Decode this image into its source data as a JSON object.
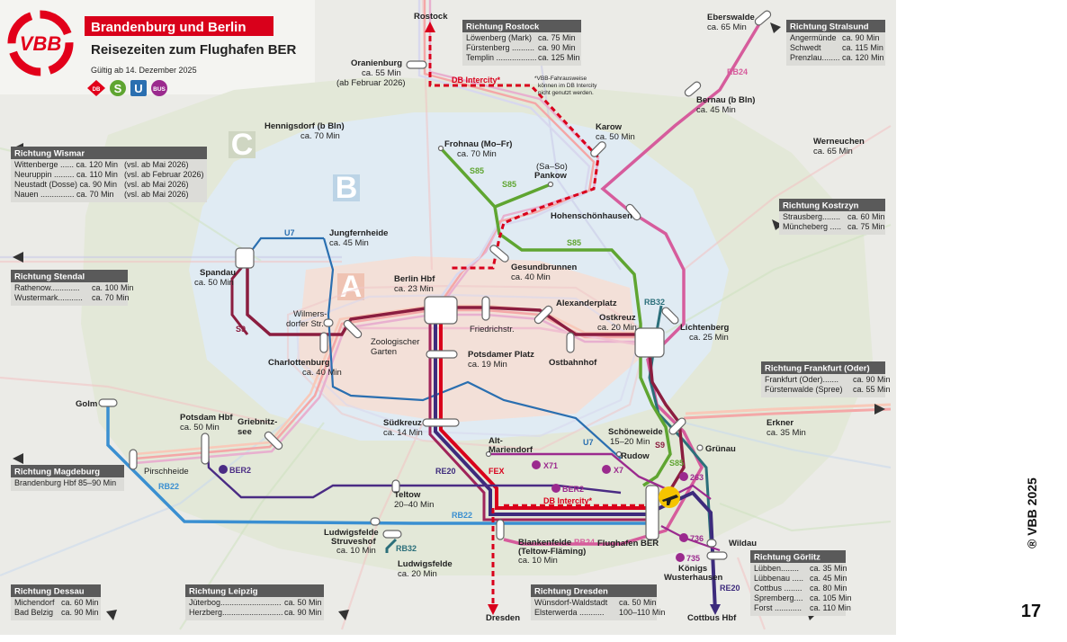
{
  "header": {
    "logo": "VBB",
    "title": "Brandenburg und Berlin",
    "subtitle": "Reisezeiten zum Flughafen BER",
    "valid": "Gültig ab 14. Dezember 2025",
    "modes": [
      "DB",
      "S",
      "U",
      "BUS"
    ]
  },
  "footer": {
    "copyright": "® VBB 2025",
    "page": "17"
  },
  "zones": [
    "A",
    "B",
    "C"
  ],
  "colors": {
    "red": "#d9001b",
    "green": "#5fa531",
    "s9": "#8b1d3f",
    "re20": "#3d2b7c",
    "rb22": "#3a8fd1",
    "rb24": "#d65c9c",
    "u7": "#2a6fb0",
    "ber2": "#4a2b84",
    "bus": "#9b2a8e",
    "brb": "#2b6f7a",
    "airport": "#f5c400"
  },
  "lineLabels": {
    "u7a": "U7",
    "u7b": "U7",
    "s85a": "S85",
    "s85b": "S85",
    "s85c": "S85",
    "s85d": "S85",
    "s9a": "S9",
    "s9b": "S9",
    "rb32a": "RB32",
    "rb32b": "RB32",
    "re20a": "RE20",
    "re20b": "RE20",
    "fex": "FEX",
    "rb22a": "RB22",
    "rb22b": "RB22",
    "rb24a": "RB24",
    "rb24b": "RB24",
    "dbic": "DB Intercity*",
    "dbic2": "DB Intercity*",
    "vbbnote": "*VBB-Fahrausweise\nkönnen im DB Intercity\nnicht genutzt werden."
  },
  "buses": {
    "x71": "X71",
    "x7": "X7",
    "b263": "263",
    "ber2a": "BER2",
    "ber2b": "BER2",
    "b736": "736",
    "b735": "735"
  },
  "stations": {
    "rostock": [
      "Rostock"
    ],
    "eberswalde": [
      "Eberswalde",
      "ca. 65 Min"
    ],
    "oranienburg": [
      "Oranienburg",
      "ca. 55 Min",
      "(ab Februar 2026)"
    ],
    "bernau": [
      "Bernau (b Bln)",
      "ca. 45 Min"
    ],
    "hennigsdorf": [
      "Hennigsdorf (b Bln)",
      "ca. 70 Min"
    ],
    "karow": [
      "Karow",
      "ca. 50 Min"
    ],
    "frohnau": [
      "Frohnau (Mo–Fr)",
      "ca. 70 Min"
    ],
    "pankow": [
      "(Sa–So)",
      "Pankow"
    ],
    "werneuchen": [
      "Werneuchen",
      "ca. 65 Min"
    ],
    "hohen": [
      "Hohenschönhausen"
    ],
    "jungfern": [
      "Jungfernheide",
      "ca. 45 Min"
    ],
    "gesund": [
      "Gesundbrunnen",
      "ca. 40 Min"
    ],
    "spandau": [
      "Spandau",
      "ca. 50 Min"
    ],
    "hbf": [
      "Berlin Hbf",
      "ca. 23 Min"
    ],
    "alex": [
      "Alexanderplatz"
    ],
    "wilmers": [
      "Wilmers-",
      "dorfer Str."
    ],
    "friedrich": [
      "Friedrichstr."
    ],
    "ostkreuz": [
      "Ostkreuz",
      "ca. 20 Min"
    ],
    "lichtenberg": [
      "Lichtenberg",
      "ca. 25 Min"
    ],
    "zoo": [
      "Zoologischer",
      "Garten"
    ],
    "potsplatz": [
      "Potsdamer Platz",
      "ca. 19 Min"
    ],
    "ostbahnhof": [
      "Ostbahnhof"
    ],
    "charlotten": [
      "Charlottenburg",
      "ca. 40 Min"
    ],
    "golm": [
      "Golm"
    ],
    "potshbf": [
      "Potsdam Hbf",
      "ca. 50 Min"
    ],
    "griebnitz": [
      "Griebnitz-",
      "see"
    ],
    "suedkreuz": [
      "Südkreuz",
      "ca. 14 Min"
    ],
    "schoene": [
      "Schöneweide",
      "15–20 Min"
    ],
    "erkner": [
      "Erkner",
      "ca. 35 Min"
    ],
    "altmarien": [
      "Alt-",
      "Mariendorf"
    ],
    "rudow": [
      "Rudow"
    ],
    "gruenau": [
      "Grünau"
    ],
    "pirsch": [
      "Pirschheide"
    ],
    "teltow": [
      "Teltow",
      "20–40 Min"
    ],
    "ludstr": [
      "Ludwigsfelde",
      "Struveshof",
      "ca. 10 Min"
    ],
    "blanken": [
      "Blankenfelde",
      "(Teltow-Fläming)",
      "ca. 10 Min"
    ],
    "flughafen": [
      "Flughafen BER"
    ],
    "wildau": [
      "Wildau"
    ],
    "koenigs": [
      "Königs",
      "Wusterhausen"
    ],
    "ludwigs": [
      "Ludwigsfelde",
      "ca. 20 Min"
    ],
    "dresden": [
      "Dresden"
    ],
    "cottbus": [
      "Cottbus Hbf"
    ]
  },
  "boxes": [
    {
      "id": "rostock",
      "title": "Richtung Rostock",
      "rows": [
        [
          "Löwenberg (Mark)",
          "ca.  75 Min"
        ],
        [
          "Fürstenberg ..........",
          "ca.  90 Min"
        ],
        [
          "Templin ..................",
          "ca. 125 Min"
        ]
      ]
    },
    {
      "id": "stralsund",
      "title": "Richtung Stralsund",
      "rows": [
        [
          "Angermünde",
          "ca.  90 Min"
        ],
        [
          "Schwedt",
          "ca. 115 Min"
        ],
        [
          "Prenzlau........",
          "ca. 120 Min"
        ]
      ]
    },
    {
      "id": "wismar",
      "title": "Richtung Wismar",
      "rows": [
        [
          "Wittenberge ...... ca. 120 Min",
          "(vsl. ab Mai 2026)"
        ],
        [
          "Neuruppin ......... ca. 110 Min",
          "(vsl. ab Februar 2026)"
        ],
        [
          "Neustadt (Dosse) ca.  90 Min",
          "(vsl. ab Mai 2026)"
        ],
        [
          "Nauen ............... ca.  70 Min",
          "(vsl. ab Mai 2026)"
        ]
      ]
    },
    {
      "id": "kostrzyn",
      "title": "Richtung Kostrzyn",
      "rows": [
        [
          "Strausberg........",
          "ca. 60 Min"
        ],
        [
          "Müncheberg .....",
          "ca. 75 Min"
        ]
      ]
    },
    {
      "id": "stendal",
      "title": "Richtung Stendal",
      "rows": [
        [
          "Rathenow.............",
          "ca. 100 Min"
        ],
        [
          "Wustermark...........",
          "ca.  70 Min"
        ]
      ]
    },
    {
      "id": "frankfurt",
      "title": "Richtung Frankfurt (Oder)",
      "rows": [
        [
          "Frankfurt (Oder).......",
          "ca. 90 Min"
        ],
        [
          "Fürstenwalde (Spree)",
          "ca. 55 Min"
        ]
      ]
    },
    {
      "id": "magdeburg",
      "title": "Richtung Magdeburg",
      "rows": [
        [
          "Brandenburg Hbf 85–90 Min",
          ""
        ]
      ]
    },
    {
      "id": "goerlitz",
      "title": "Richtung Görlitz",
      "rows": [
        [
          "Lübben........",
          "ca.   35 Min"
        ],
        [
          "Lübbenau .....",
          "ca.   45 Min"
        ],
        [
          "Cottbus ........",
          "ca.   80 Min"
        ],
        [
          "Spremberg....",
          "ca. 105 Min"
        ],
        [
          "Forst ............",
          "ca.  110 Min"
        ]
      ]
    },
    {
      "id": "dessau",
      "title": "Richtung Dessau",
      "rows": [
        [
          "Michendorf",
          "ca. 60 Min"
        ],
        [
          "Bad Belzig",
          "ca. 90 Min"
        ]
      ]
    },
    {
      "id": "leipzig",
      "title": "Richtung Leipzig",
      "rows": [
        [
          "Jüterbog...........................",
          "ca. 50 Min"
        ],
        [
          "Herzberg...........................",
          "ca. 90 Min"
        ]
      ]
    },
    {
      "id": "dresden",
      "title": "Richtung Dresden",
      "rows": [
        [
          "Wünsdorf-Waldstadt",
          "ca. 50 Min"
        ],
        [
          "Elsterwerda ...........",
          "100–110 Min"
        ]
      ]
    }
  ]
}
